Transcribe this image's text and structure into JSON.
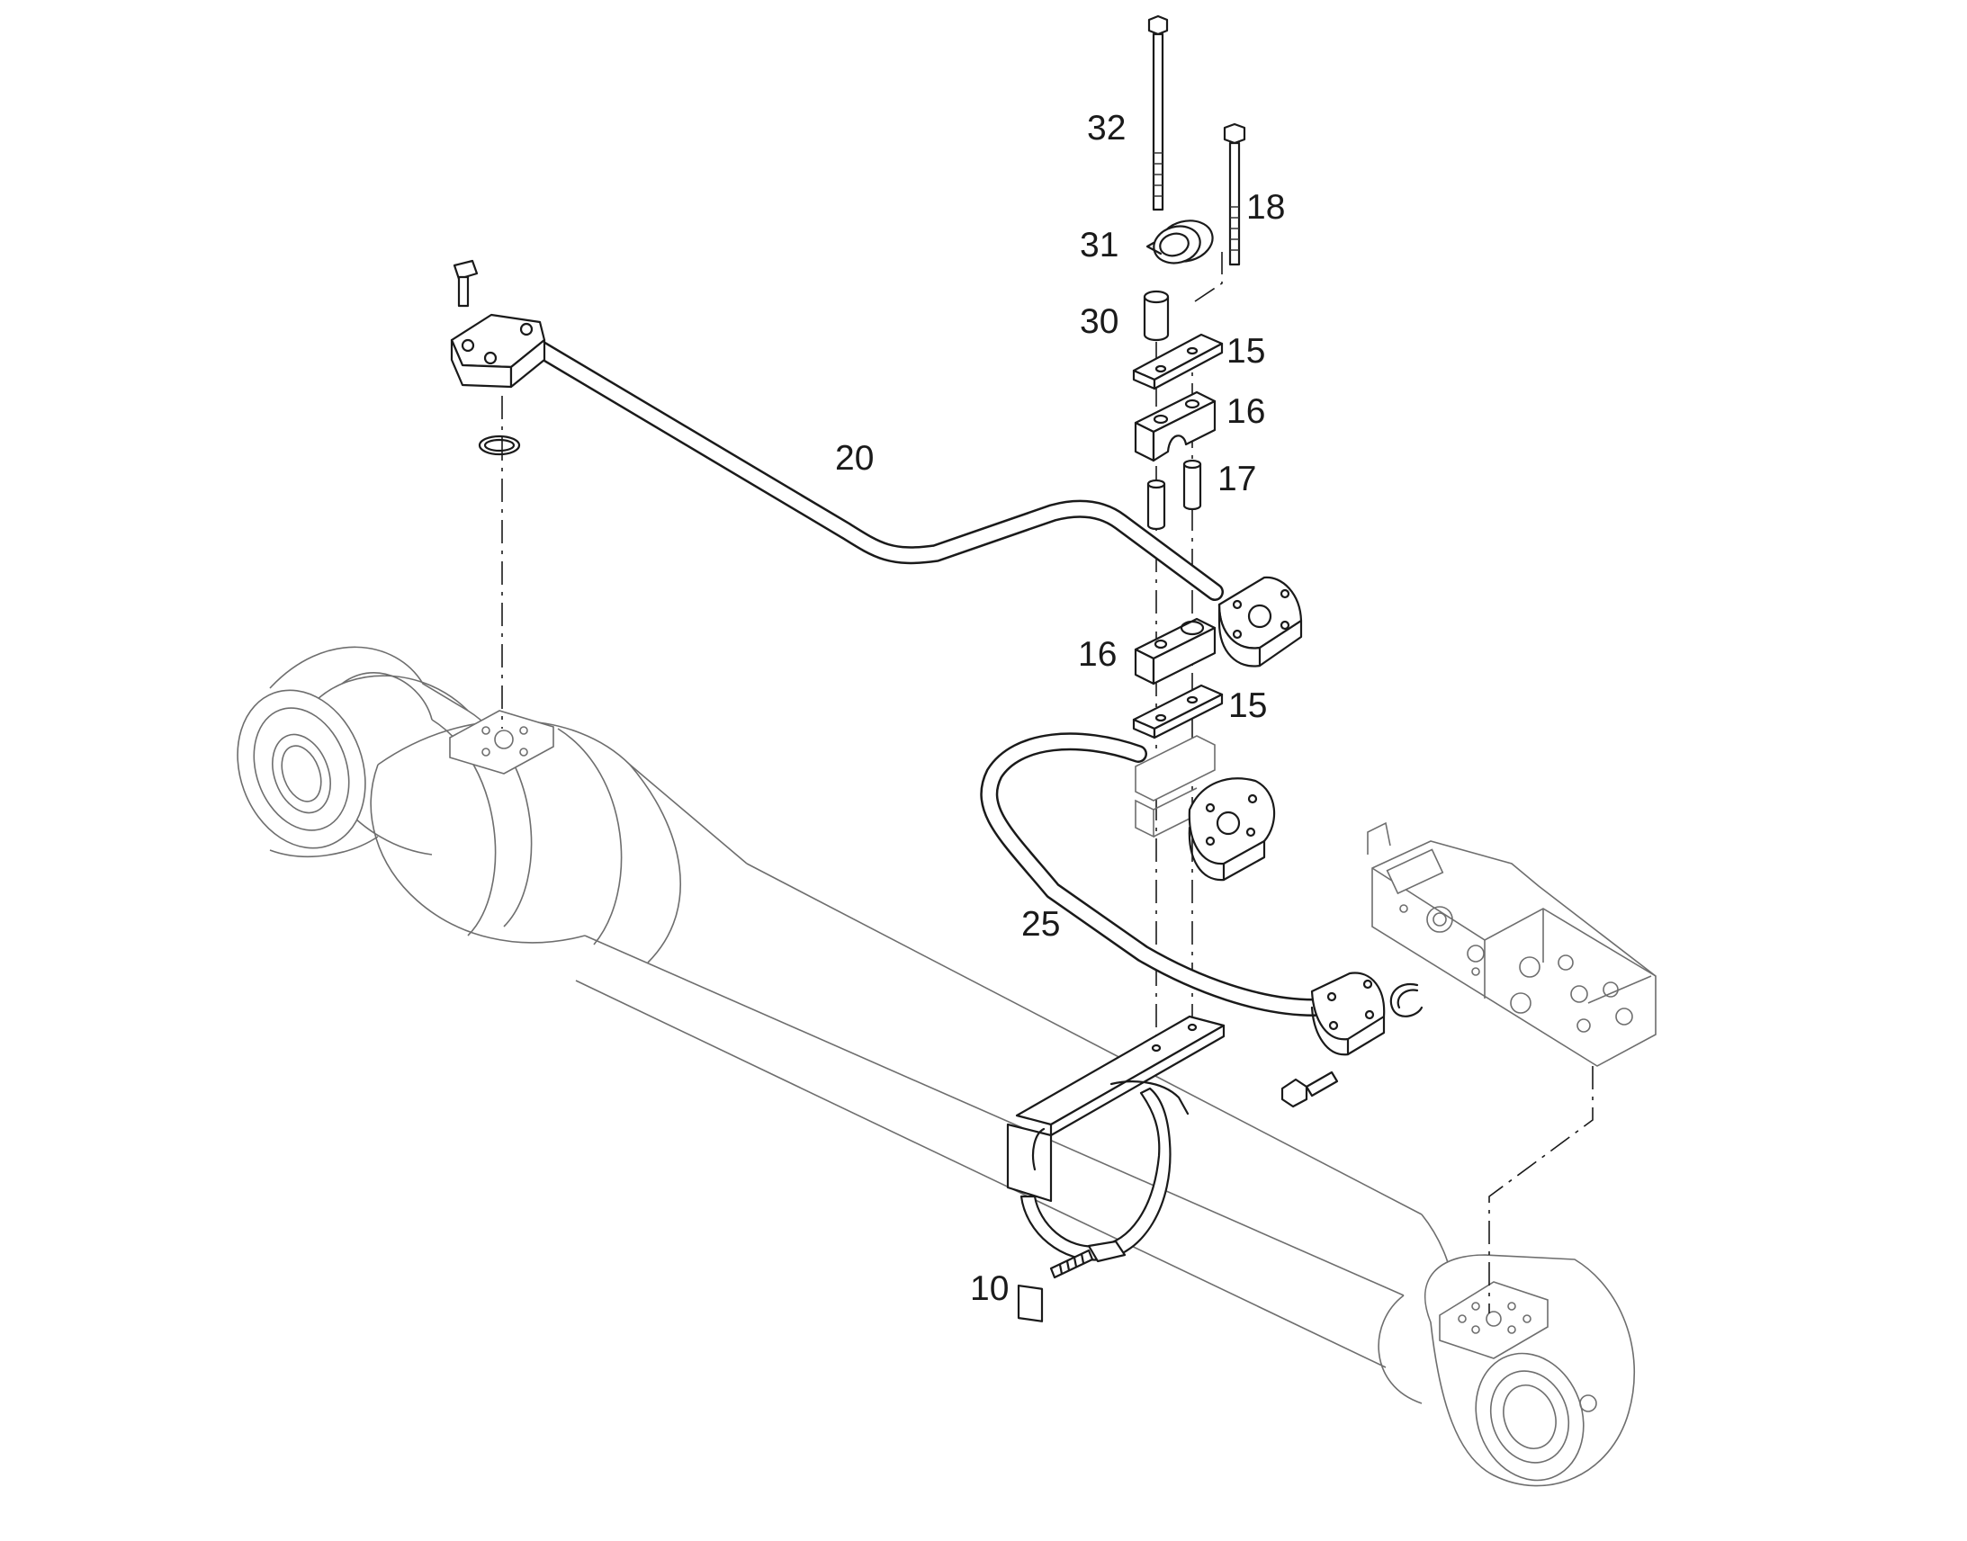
{
  "diagram": {
    "callouts": {
      "c32": "32",
      "c31": "31",
      "c18": "18",
      "c30": "30",
      "c15a": "15",
      "c16a": "16",
      "c17": "17",
      "c20": "20",
      "c16b": "16",
      "c15b": "15",
      "c25": "25",
      "c10": "10"
    }
  }
}
